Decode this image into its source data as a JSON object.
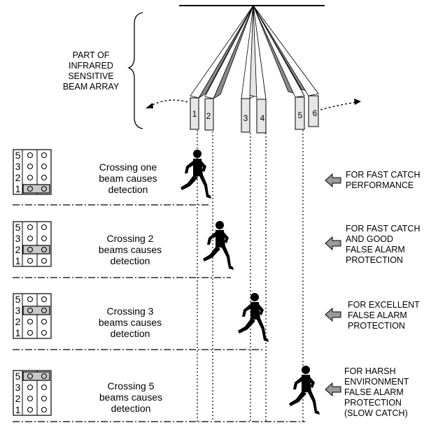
{
  "array_label": [
    "PART OF",
    "INFRARED",
    "SENSITIVE",
    "BEAM ARRAY"
  ],
  "beam_numbers": [
    "1",
    "2",
    "3",
    "4",
    "5",
    "6"
  ],
  "selector": {
    "rows_1": [
      "5",
      "3",
      "2",
      "1"
    ],
    "rows_2": [
      "5",
      "3",
      "2",
      "1"
    ],
    "rows_3": [
      "5",
      "3",
      "2",
      "1"
    ],
    "rows_4": [
      "5",
      "3",
      "2",
      "1"
    ]
  },
  "rows": [
    {
      "caption": [
        "Crossing one",
        "beam causes",
        "detection"
      ],
      "note": [
        "FOR FAST CATCH",
        "PERFORMANCE"
      ],
      "selected": "1"
    },
    {
      "caption": [
        "Crossing 2",
        "beams causes",
        "detection"
      ],
      "note": [
        "FOR FAST CATCH",
        "AND GOOD",
        "FALSE ALARM",
        "PROTECTION"
      ],
      "selected": "2"
    },
    {
      "caption": [
        "Crossing 3",
        "beams causes",
        "detection"
      ],
      "note": [
        "FOR EXCELLENT",
        "FALSE ALARM",
        "PROTECTION"
      ],
      "selected": "3"
    },
    {
      "caption": [
        "Crossing 5",
        "beams causes",
        "detection"
      ],
      "note": [
        "FOR HARSH",
        "ENVIRONMENT",
        "FALSE ALARM",
        "PROTECTION",
        "(SLOW CATCH)"
      ],
      "selected": "5"
    }
  ],
  "colors": {
    "line": "#000000",
    "beam_gray": "#8a8a8a",
    "beam_light": "#e6e6e6",
    "arrow_gray": "#9a9a9a",
    "highlight": "#c8c8c8"
  }
}
